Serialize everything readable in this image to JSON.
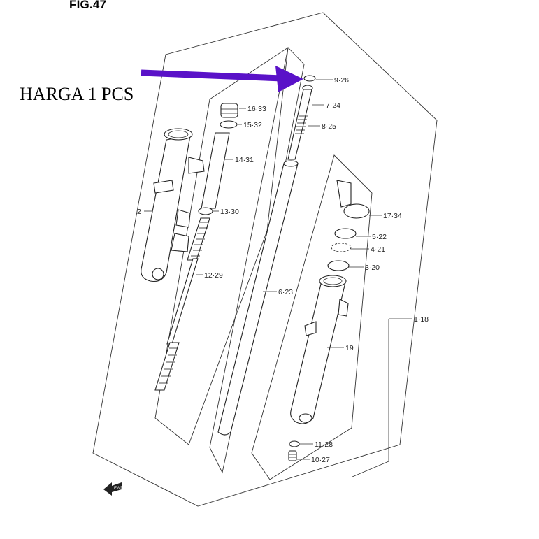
{
  "figure": {
    "title": "FIG.47"
  },
  "note": {
    "text": "HARGA 1 PCS",
    "arrow_color": "#5a12c8"
  },
  "callouts": [
    {
      "id": "c-9-26",
      "text": "9·26"
    },
    {
      "id": "c-7-24",
      "text": "7·24"
    },
    {
      "id": "c-8-25",
      "text": "8·25"
    },
    {
      "id": "c-16-33",
      "text": "16·33"
    },
    {
      "id": "c-15-32",
      "text": "15·32"
    },
    {
      "id": "c-14-31",
      "text": "14·31"
    },
    {
      "id": "c-2",
      "text": "2"
    },
    {
      "id": "c-13-30",
      "text": "13·30"
    },
    {
      "id": "c-12-29",
      "text": "12·29"
    },
    {
      "id": "c-6-23",
      "text": "6·23"
    },
    {
      "id": "c-17-34",
      "text": "17·34"
    },
    {
      "id": "c-5-22",
      "text": "5·22"
    },
    {
      "id": "c-4-21",
      "text": "4·21"
    },
    {
      "id": "c-3-20",
      "text": "3·20"
    },
    {
      "id": "c-1-18",
      "text": "1·18"
    },
    {
      "id": "c-19",
      "text": "19"
    },
    {
      "id": "c-11-28",
      "text": "11·28"
    },
    {
      "id": "c-10-27",
      "text": "10·27"
    }
  ],
  "direction_marker": {
    "text": "FWD",
    "icon": "fwd-arrow-icon"
  }
}
